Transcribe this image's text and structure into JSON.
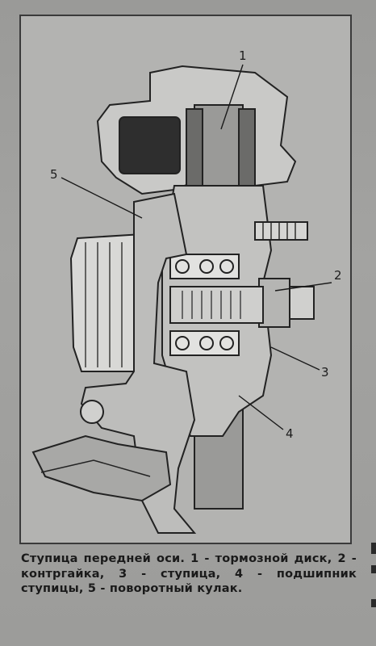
{
  "figure": {
    "callouts": {
      "c1": "1",
      "c2": "2",
      "c3": "3",
      "c4": "4",
      "c5": "5"
    },
    "caption": "Ступица передней оси. 1 - тормозной диск, 2 - контргайка, 3 - ступица, 4 - подшипник ступицы, 5 - поворотный кулак."
  }
}
